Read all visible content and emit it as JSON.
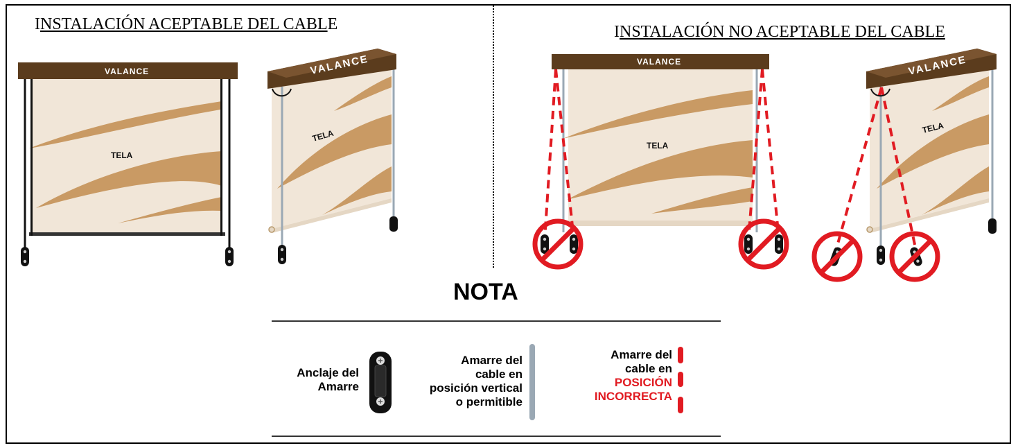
{
  "titles": {
    "acceptable": {
      "first_letter": "I",
      "rest": "NSTALACIÓN ACEPTABLE DEL CABL",
      "last_letter": "E"
    },
    "not_acceptable": {
      "first_letter": "I",
      "rest": "NSTALACIÓN NO ACEPTABLE DEL CABLE"
    }
  },
  "labels": {
    "valance": "VALANCE",
    "fabric": "TELA"
  },
  "note": {
    "title": "NOTA",
    "anchor_label_line1": "Anclaje del",
    "anchor_label_line2": "Amarre",
    "vertical_line1": "Amarre del",
    "vertical_line2": "cable en",
    "vertical_line3": "posición vertical",
    "vertical_line4": "o permitible",
    "incorrect_line1": "Amarre del",
    "incorrect_line2": "cable en",
    "incorrect_line3": "POSICIÓN",
    "incorrect_line4": "INCORRECTA"
  },
  "colors": {
    "valance_brown": "#5b3c1d",
    "fabric_base": "#f1e6d8",
    "fabric_stripe": "#c99a64",
    "cable_gray": "#9aa8b4",
    "warning_red": "#e11b22"
  }
}
